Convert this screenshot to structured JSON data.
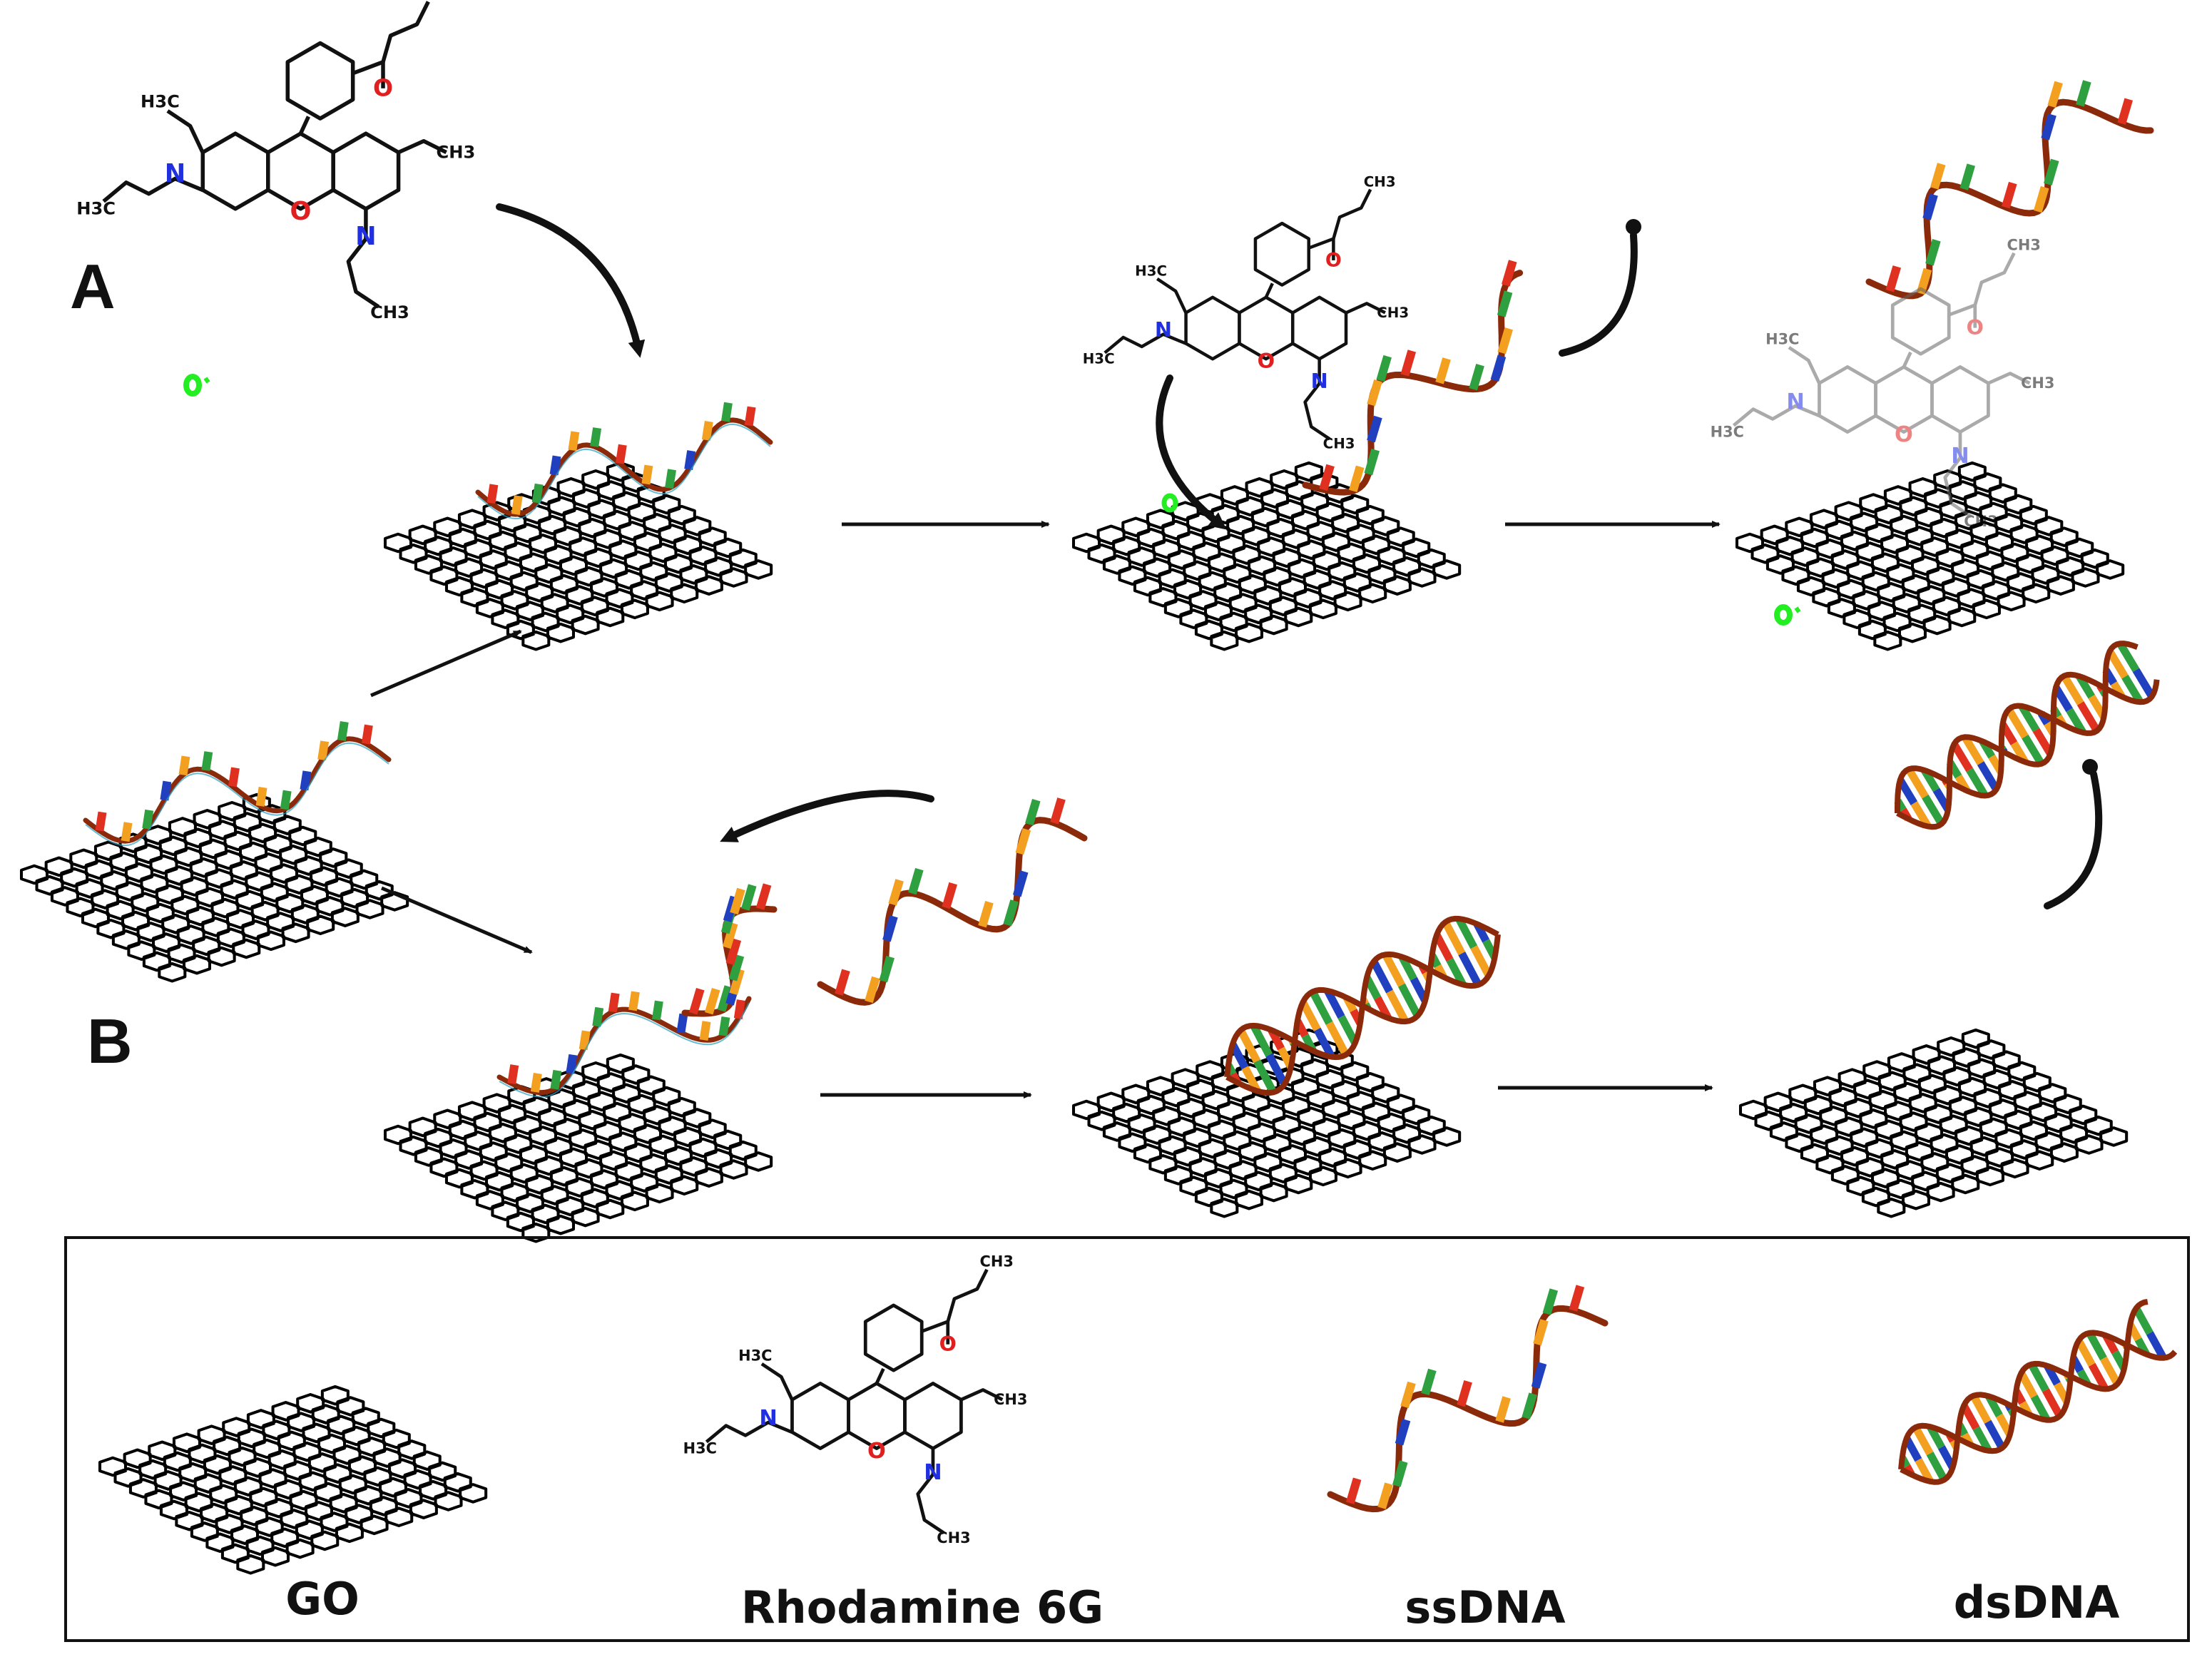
{
  "panels": {
    "a_label": "A",
    "b_label": "B"
  },
  "legend": {
    "go": "GO",
    "rhodamine": "Rhodamine 6G",
    "ssdna": "ssDNA",
    "dsdna": "dsDNA"
  },
  "molecule": {
    "oxygen": "O",
    "nitrogen": "N",
    "methyl": "CH3",
    "methyl_l": "H3C"
  },
  "colors": {
    "hexagon_stroke": "#000000",
    "backbone": "#8b2a0a",
    "backbone_light": "#c0502a",
    "base_red": "#e03020",
    "base_orange": "#f3a020",
    "base_green": "#2fa040",
    "base_blue": "#2040c0",
    "fluor_green": "#22ee22",
    "oxygen_red": "#e02020",
    "nitrogen_blue": "#2030e0"
  }
}
